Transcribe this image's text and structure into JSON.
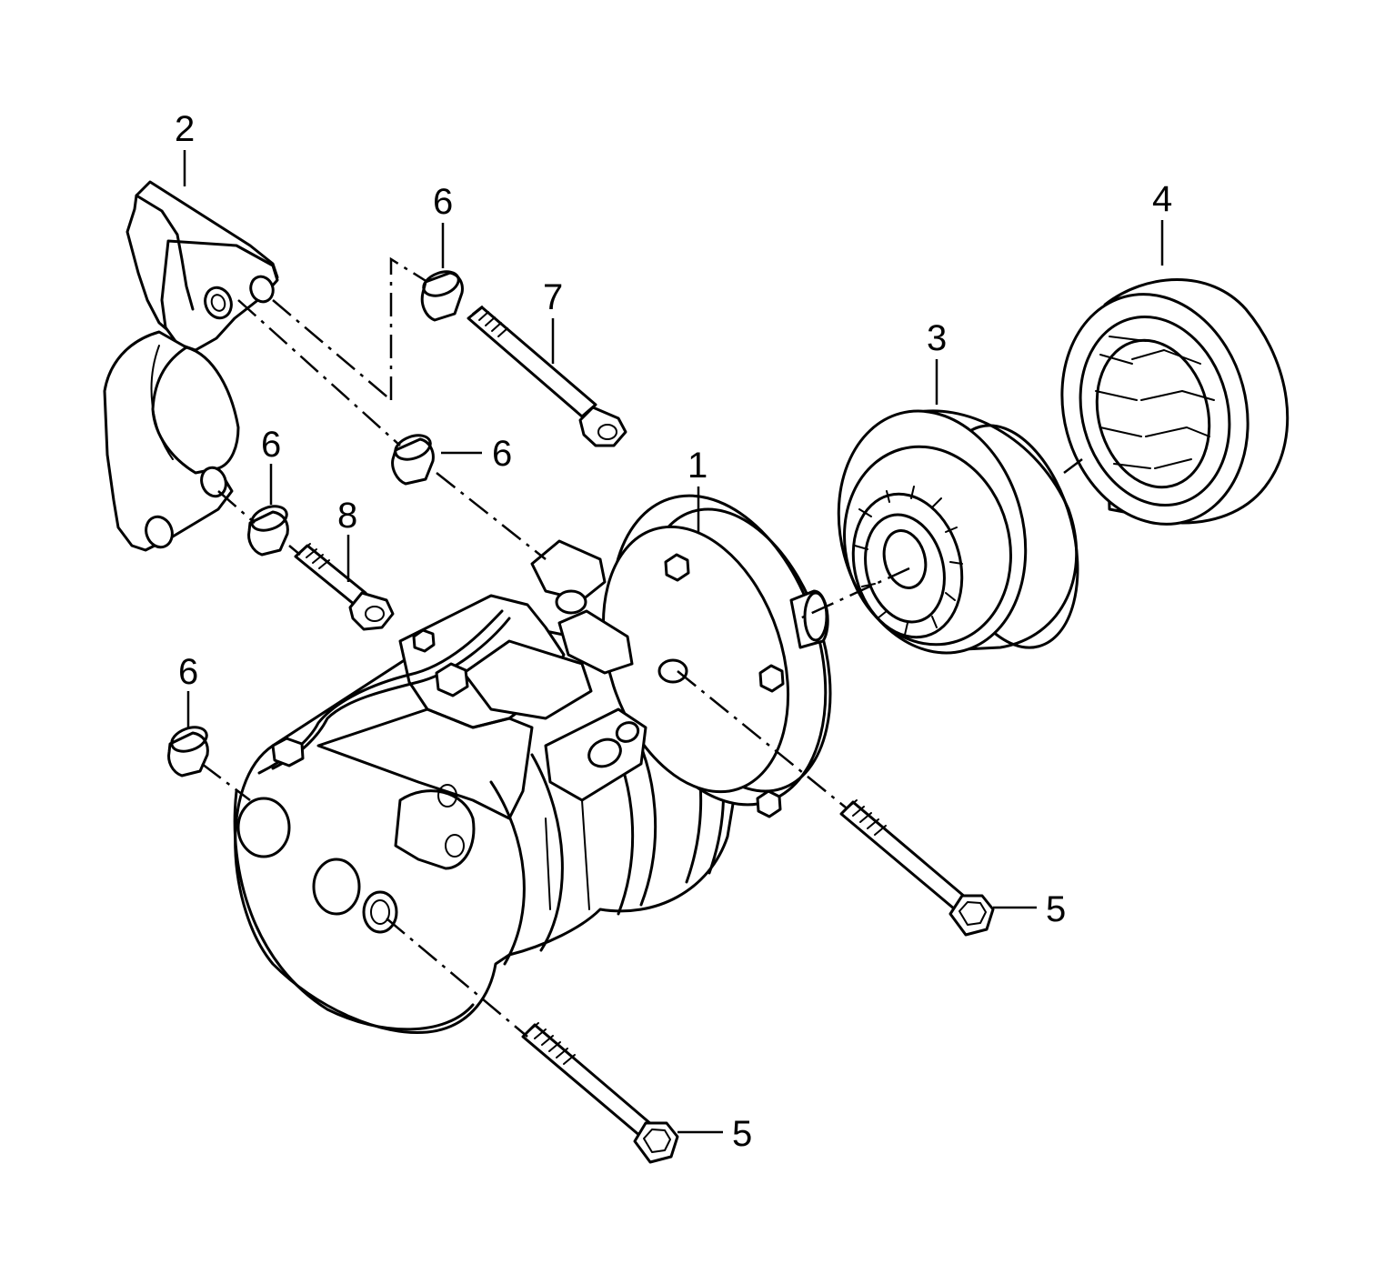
{
  "callouts": {
    "c1": "1",
    "c2": "2",
    "c3": "3",
    "c4": "4",
    "c5a": "5",
    "c5b": "5",
    "c6a": "6",
    "c6b": "6",
    "c6c": "6",
    "c6d": "6",
    "c7": "7",
    "c8": "8"
  }
}
